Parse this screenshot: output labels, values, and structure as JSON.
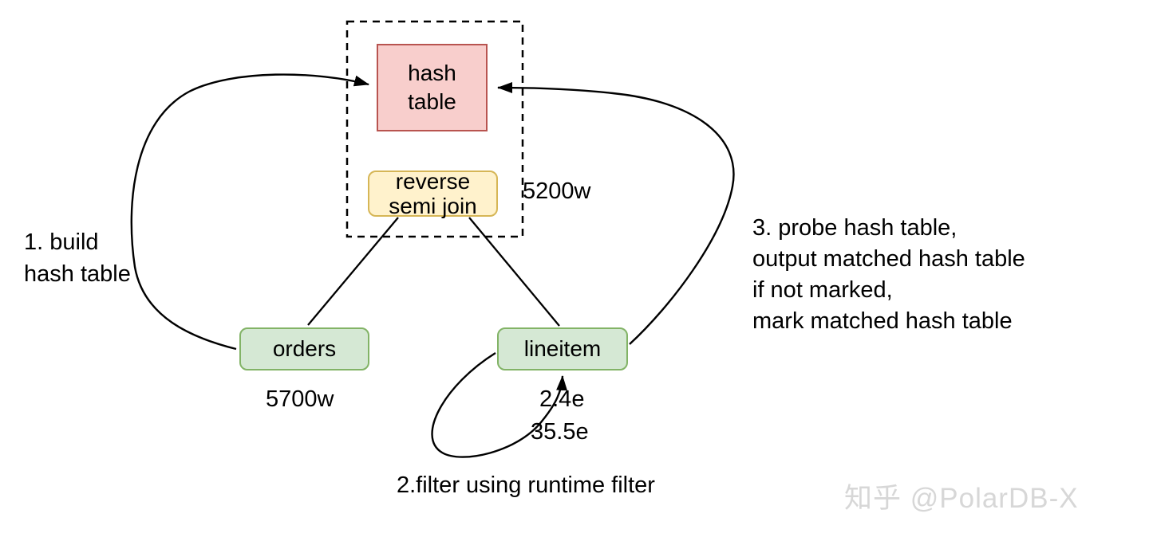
{
  "diagram": {
    "nodes": {
      "hash_table": "hash\ntable",
      "reverse_semi_join": "reverse\nsemi join",
      "orders": "orders",
      "lineitem": "lineitem"
    },
    "counts": {
      "semi_join_output": "5200w",
      "orders_rows": "5700w",
      "lineitem_after_filter": "2.4e",
      "lineitem_rows": "35.5e"
    },
    "annotations": {
      "step1": "1. build\nhash table",
      "step2": "2.filter using runtime filter",
      "step3": "3. probe hash table,\noutput matched hash table\nif not marked,\nmark matched hash table"
    },
    "colors": {
      "hash_table_fill": "#F8CECC",
      "hash_table_stroke": "#B85450",
      "semi_join_fill": "#FFF2CC",
      "semi_join_stroke": "#D6B656",
      "table_fill": "#D5E8D4",
      "table_stroke": "#82B366",
      "line": "#000000",
      "watermark": "#d7d7d7"
    }
  },
  "watermark": {
    "text": "知乎 @PolarDB-X"
  }
}
